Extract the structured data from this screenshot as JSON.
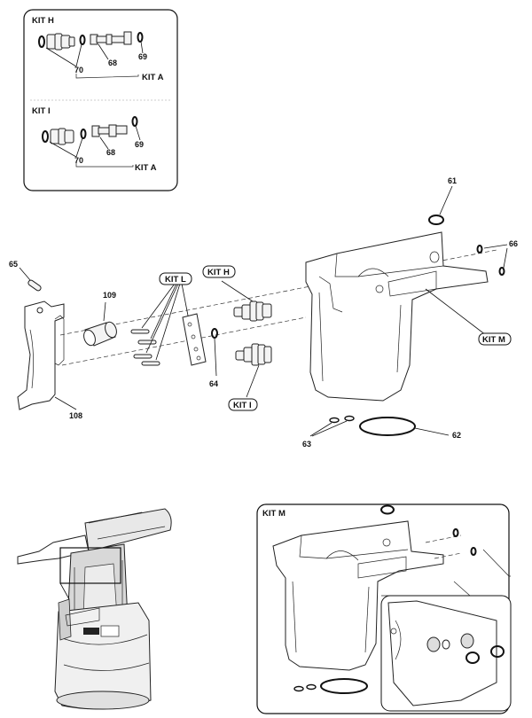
{
  "kit_h_box": {
    "title": "KIT H",
    "labels": [
      "70",
      "68",
      "69"
    ],
    "kit": "KIT A"
  },
  "kit_i_box": {
    "title": "KIT I",
    "labels": [
      "70",
      "68",
      "69"
    ],
    "kit": "KIT A"
  },
  "main": {
    "labels": {
      "p61": "61",
      "p65": "65",
      "p109": "109",
      "p108": "108",
      "p64": "64",
      "p66": "66",
      "p62": "62",
      "p63": "63"
    },
    "kit_badges": {
      "kit_l": "KIT  L",
      "kit_h": "KIT  H",
      "kit_i": "KIT  I",
      "kit_m": "KIT M"
    }
  },
  "kit_m_box": {
    "title": "KIT M"
  }
}
